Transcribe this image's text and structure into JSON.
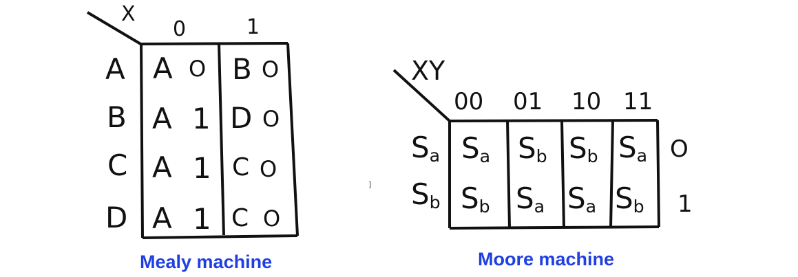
{
  "mealy": {
    "caption": "Mealy machine",
    "input_label": "X",
    "columns": [
      "0",
      "1"
    ],
    "rows": [
      {
        "state": "A",
        "cells": [
          {
            "next": "A",
            "out": "O"
          },
          {
            "next": "B",
            "out": "O"
          }
        ]
      },
      {
        "state": "B",
        "cells": [
          {
            "next": "A",
            "out": "1"
          },
          {
            "next": "D",
            "out": "O"
          }
        ]
      },
      {
        "state": "C",
        "cells": [
          {
            "next": "A",
            "out": "1"
          },
          {
            "next": "C",
            "out": "O"
          }
        ]
      },
      {
        "state": "D",
        "cells": [
          {
            "next": "A",
            "out": "1"
          },
          {
            "next": "C",
            "out": "O"
          }
        ]
      }
    ]
  },
  "moore": {
    "caption": "Moore machine",
    "input_label": "XY",
    "columns": [
      "00",
      "01",
      "10",
      "11"
    ],
    "rows": [
      {
        "state": "S",
        "state_sub": "a",
        "output": "O",
        "cells": [
          {
            "s": "S",
            "sub": "a"
          },
          {
            "s": "S",
            "sub": "b"
          },
          {
            "s": "S",
            "sub": "b"
          },
          {
            "s": "S",
            "sub": "a"
          }
        ]
      },
      {
        "state": "S",
        "state_sub": "b",
        "output": "1",
        "cells": [
          {
            "s": "S",
            "sub": "b"
          },
          {
            "s": "S",
            "sub": "a"
          },
          {
            "s": "S",
            "sub": "a"
          },
          {
            "s": "S",
            "sub": "b"
          }
        ]
      }
    ]
  },
  "stray_mark": "]"
}
